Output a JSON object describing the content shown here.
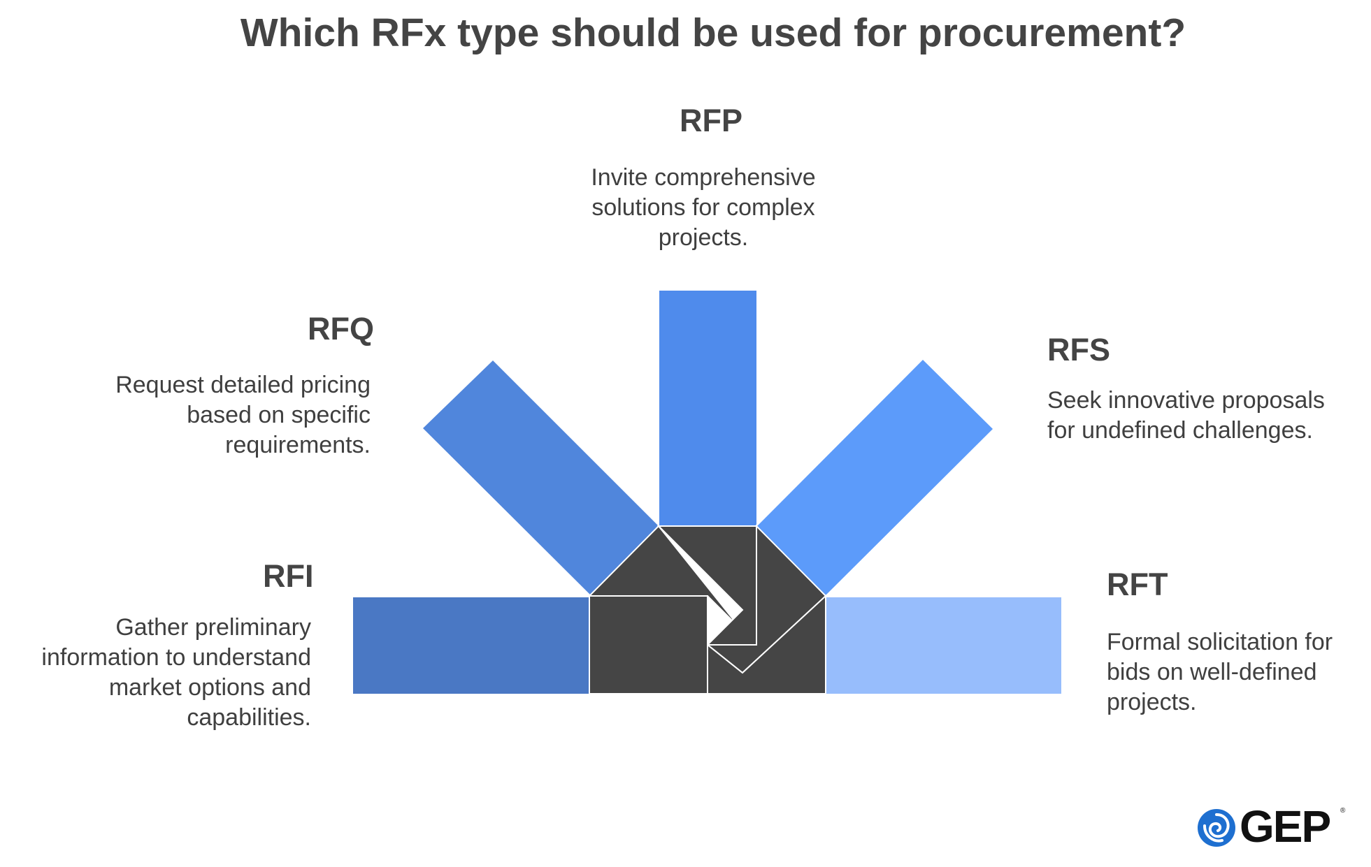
{
  "title": "Which RFx type should be used for procurement?",
  "items": [
    {
      "key": "rfp",
      "label": "RFP",
      "description": "Invite comprehensive solutions for complex projects.",
      "color": "#4f8bec"
    },
    {
      "key": "rfq",
      "label": "RFQ",
      "description": "Request detailed pricing based on specific requirements.",
      "color": "#5086dc"
    },
    {
      "key": "rfs",
      "label": "RFS",
      "description": "Seek innovative proposals for undefined challenges.",
      "color": "#5c9bfa"
    },
    {
      "key": "rfi",
      "label": "RFI",
      "description": "Gather preliminary information to understand market options and capabilities.",
      "color": "#4a78c4"
    },
    {
      "key": "rft",
      "label": "RFT",
      "description": "Formal solicitation for bids on well-defined projects.",
      "color": "#97bdfc"
    }
  ],
  "hub_color": "#454545",
  "logo": {
    "text": "GEP",
    "mark": "®",
    "icon": "swirl-icon",
    "color": "#111111",
    "icon_color": "#1e6fd0"
  }
}
